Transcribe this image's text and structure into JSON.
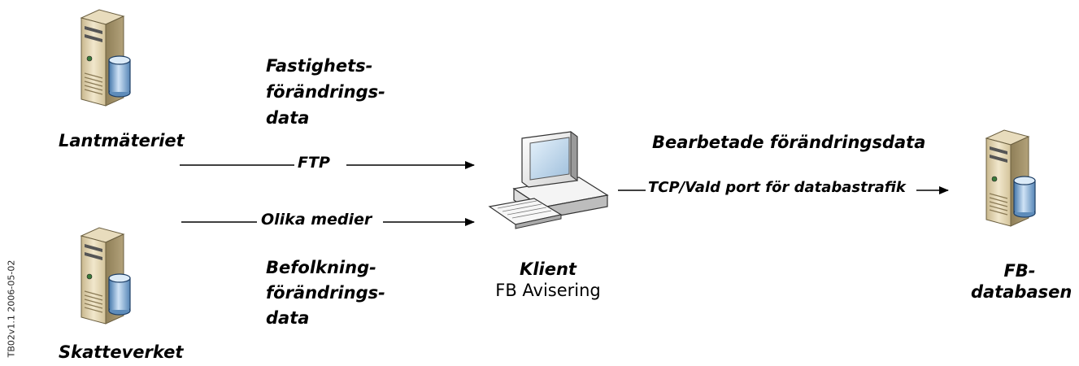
{
  "nodes": {
    "lantmateriet": "Lantmäteriet",
    "skatteverket": "Skatteverket",
    "klient_line1": "Klient",
    "klient_line2": "FB Avisering",
    "fb_line1": "FB-",
    "fb_line2": "databasen"
  },
  "flows": {
    "ftp": "FTP",
    "olika_medier": "Olika medier",
    "tcp": "TCP/Vald port för databastrafik"
  },
  "data_labels": {
    "fastighets": [
      "Fastighets-",
      "förändrings-",
      "data"
    ],
    "befolkning": [
      "Befolkning-",
      "förändrings-",
      "data"
    ],
    "bearbetade": "Bearbetade förändringsdata"
  },
  "side_label": "TB02v1.1 2006-05-02",
  "icons": [
    "server-icon",
    "database-icon",
    "computer-icon",
    "keyboard-icon",
    "arrow-icon"
  ]
}
